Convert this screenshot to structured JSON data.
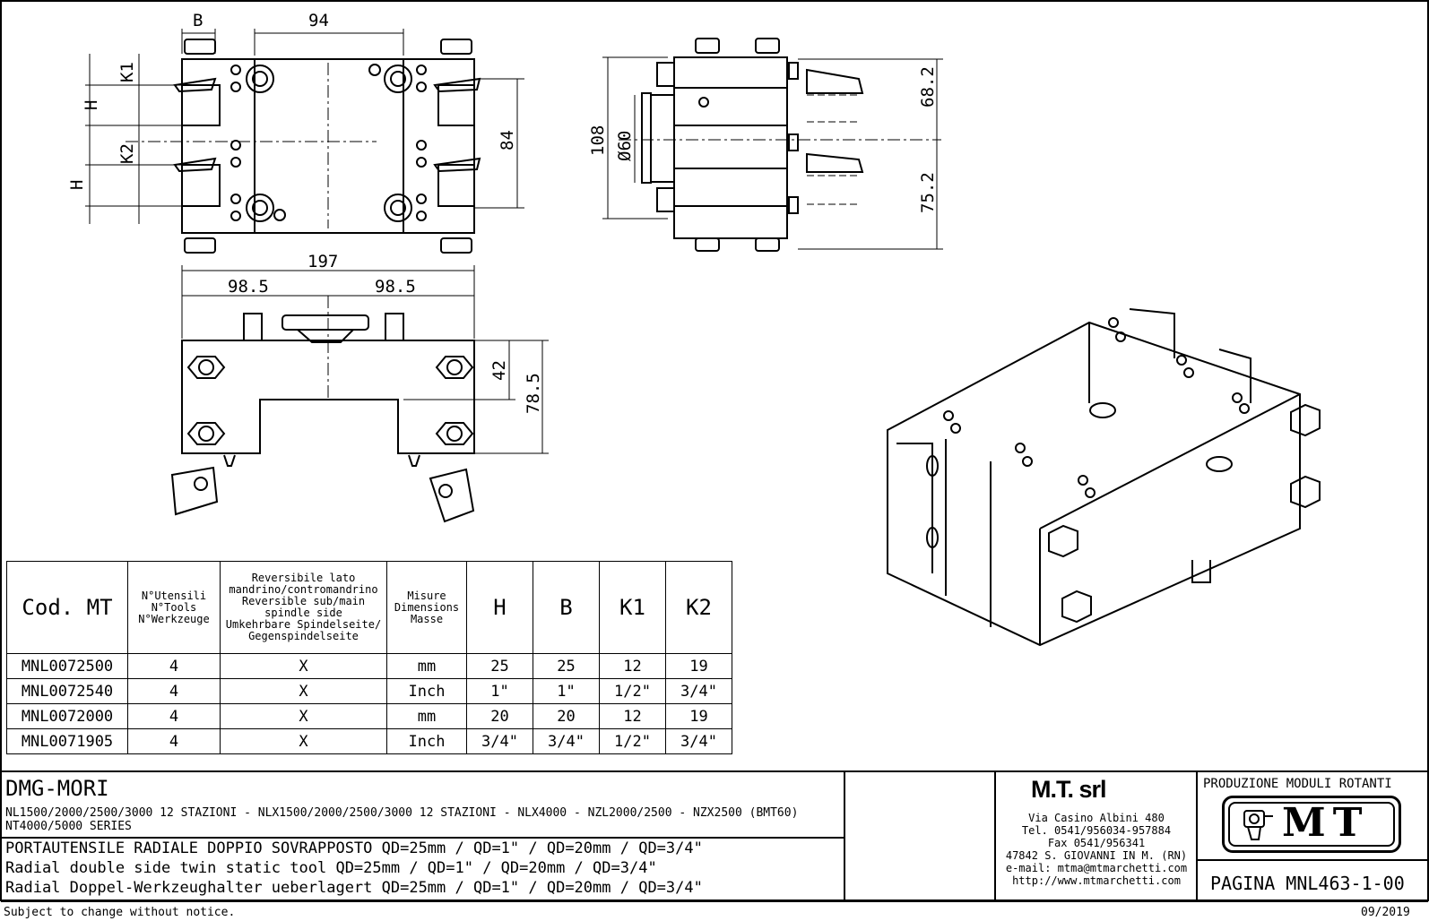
{
  "dimensions": {
    "B": "B",
    "d94": "94",
    "K1": "K1",
    "K2": "K2",
    "H": "H",
    "d84": "84",
    "d108": "108",
    "d60": "Ø60",
    "d68_2": "68.2",
    "d75_2": "75.2",
    "d197": "197",
    "d98_5a": "98.5",
    "d98_5b": "98.5",
    "d42": "42",
    "d78_5": "78.5"
  },
  "table": {
    "headers": {
      "code": "Cod. MT",
      "tools": [
        "N°Utensili",
        "N°Tools",
        "N°Werkzeuge"
      ],
      "reversible": [
        "Reversibile lato",
        "mandrino/contromandrino",
        "Reversible sub/main",
        "spindle side",
        "Umkehrbare Spindelseite/",
        "Gegenspindelseite"
      ],
      "units": [
        "Misure",
        "Dimensions",
        "Masse"
      ],
      "H": "H",
      "B": "B",
      "K1": "K1",
      "K2": "K2"
    },
    "rows": [
      [
        "MNL0072500",
        "4",
        "X",
        "mm",
        "25",
        "25",
        "12",
        "19"
      ],
      [
        "MNL0072540",
        "4",
        "X",
        "Inch",
        "1\"",
        "1\"",
        "1/2\"",
        "3/4\""
      ],
      [
        "MNL0072000",
        "4",
        "X",
        "mm",
        "20",
        "20",
        "12",
        "19"
      ],
      [
        "MNL0071905",
        "4",
        "X",
        "Inch",
        "3/4\"",
        "3/4\"",
        "1/2\"",
        "3/4\""
      ]
    ]
  },
  "title_block": {
    "brand": "DMG-MORI",
    "machines": "NL1500/2000/2500/3000 12 STAZIONI - NLX1500/2000/2500/3000 12 STAZIONI - NLX4000 - NZL2000/2500 - NZX2500 (BMT60)",
    "series": "NT4000/5000 SERIES",
    "desc_it": "PORTAUTENSILE RADIALE DOPPIO SOVRAPPOSTO QD=25mm / QD=1\" / QD=20mm / QD=3/4\"",
    "desc_en": "Radial double side twin static tool QD=25mm / QD=1\" / QD=20mm / QD=3/4\"",
    "desc_de": "Radial Doppel-Werkzeughalter ueberlagert QD=25mm / QD=1\" / QD=20mm / QD=3/4\"",
    "company": "M.T. srl",
    "address": [
      "Via Casino Albini 480",
      "Tel. 0541/956034-957884",
      "Fax 0541/956341",
      "47842 S. GIOVANNI IN M. (RN)",
      "e-mail: mtma@mtmarchetti.com",
      "http://www.mtmarchetti.com"
    ],
    "production": "PRODUZIONE MODULI ROTANTI",
    "logo_text": "MT",
    "page": "PAGINA MNL463-1-00"
  },
  "footer": {
    "notice": "Subject to change without notice.",
    "date": "09/2019"
  }
}
